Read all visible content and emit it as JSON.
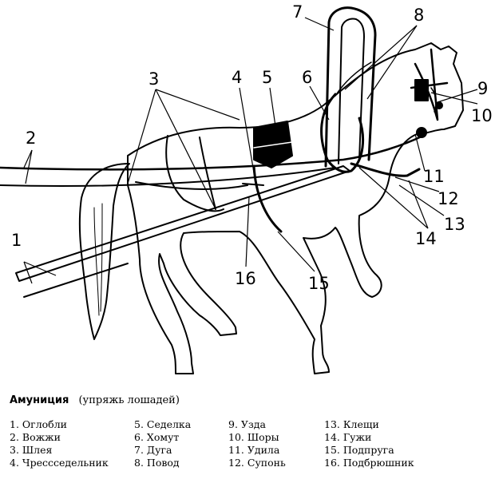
{
  "caption": {
    "title": "Амуниция",
    "subtitle": "(упряжь лошадей)"
  },
  "callouts": [
    "1",
    "2",
    "3",
    "4",
    "5",
    "6",
    "7",
    "8",
    "9",
    "10",
    "11",
    "12",
    "13",
    "14",
    "15",
    "16"
  ],
  "legend": [
    {
      "num": "1.",
      "label": "Оглобли"
    },
    {
      "num": "2.",
      "label": "Вожжи"
    },
    {
      "num": "3.",
      "label": "Шлея"
    },
    {
      "num": "4.",
      "label": "Чрессседельник"
    },
    {
      "num": "5.",
      "label": "Седелка"
    },
    {
      "num": "6.",
      "label": "Хомут"
    },
    {
      "num": "7.",
      "label": "Дуга"
    },
    {
      "num": "8.",
      "label": "Повод"
    },
    {
      "num": "9.",
      "label": "Узда"
    },
    {
      "num": "10.",
      "label": "Шоры"
    },
    {
      "num": "11.",
      "label": "Удила"
    },
    {
      "num": "12.",
      "label": "Супонь"
    },
    {
      "num": "13.",
      "label": "Клещи"
    },
    {
      "num": "14.",
      "label": "Гужи"
    },
    {
      "num": "15.",
      "label": "Подпруга"
    },
    {
      "num": "16.",
      "label": "Подбрюшник"
    }
  ]
}
